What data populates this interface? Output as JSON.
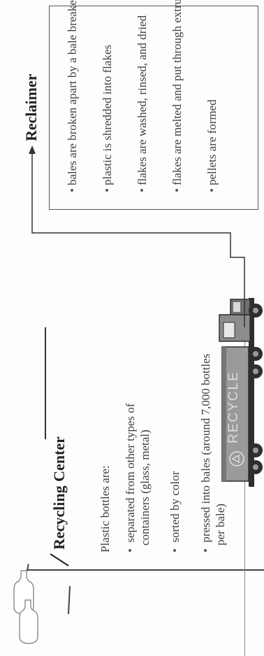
{
  "recycling_center": {
    "title": "Recycling Center",
    "intro": "Plastic bottles are:",
    "bullets": [
      {
        "lines": [
          "separated from other types of",
          "containers (glass, metal)"
        ]
      },
      {
        "lines": [
          "sorted by color"
        ]
      },
      {
        "lines": [
          "pressed into bales (around 7,000 bottles",
          "per bale)"
        ]
      }
    ]
  },
  "truck": {
    "label": "RECYCLE"
  },
  "reclaimer": {
    "title": "Reclaimer",
    "bullets": [
      "bales are broken apart by a bale breaker",
      "plastic is shredded into flakes",
      "flakes are washed, rinsed, and dried",
      "flakes are melted and put through extruder",
      "pellets are formed"
    ]
  },
  "colors": {
    "line": "#222222",
    "truck_body": "#9a9a9a",
    "truck_dark": "#2e2e2e",
    "box_border": "#555555"
  }
}
